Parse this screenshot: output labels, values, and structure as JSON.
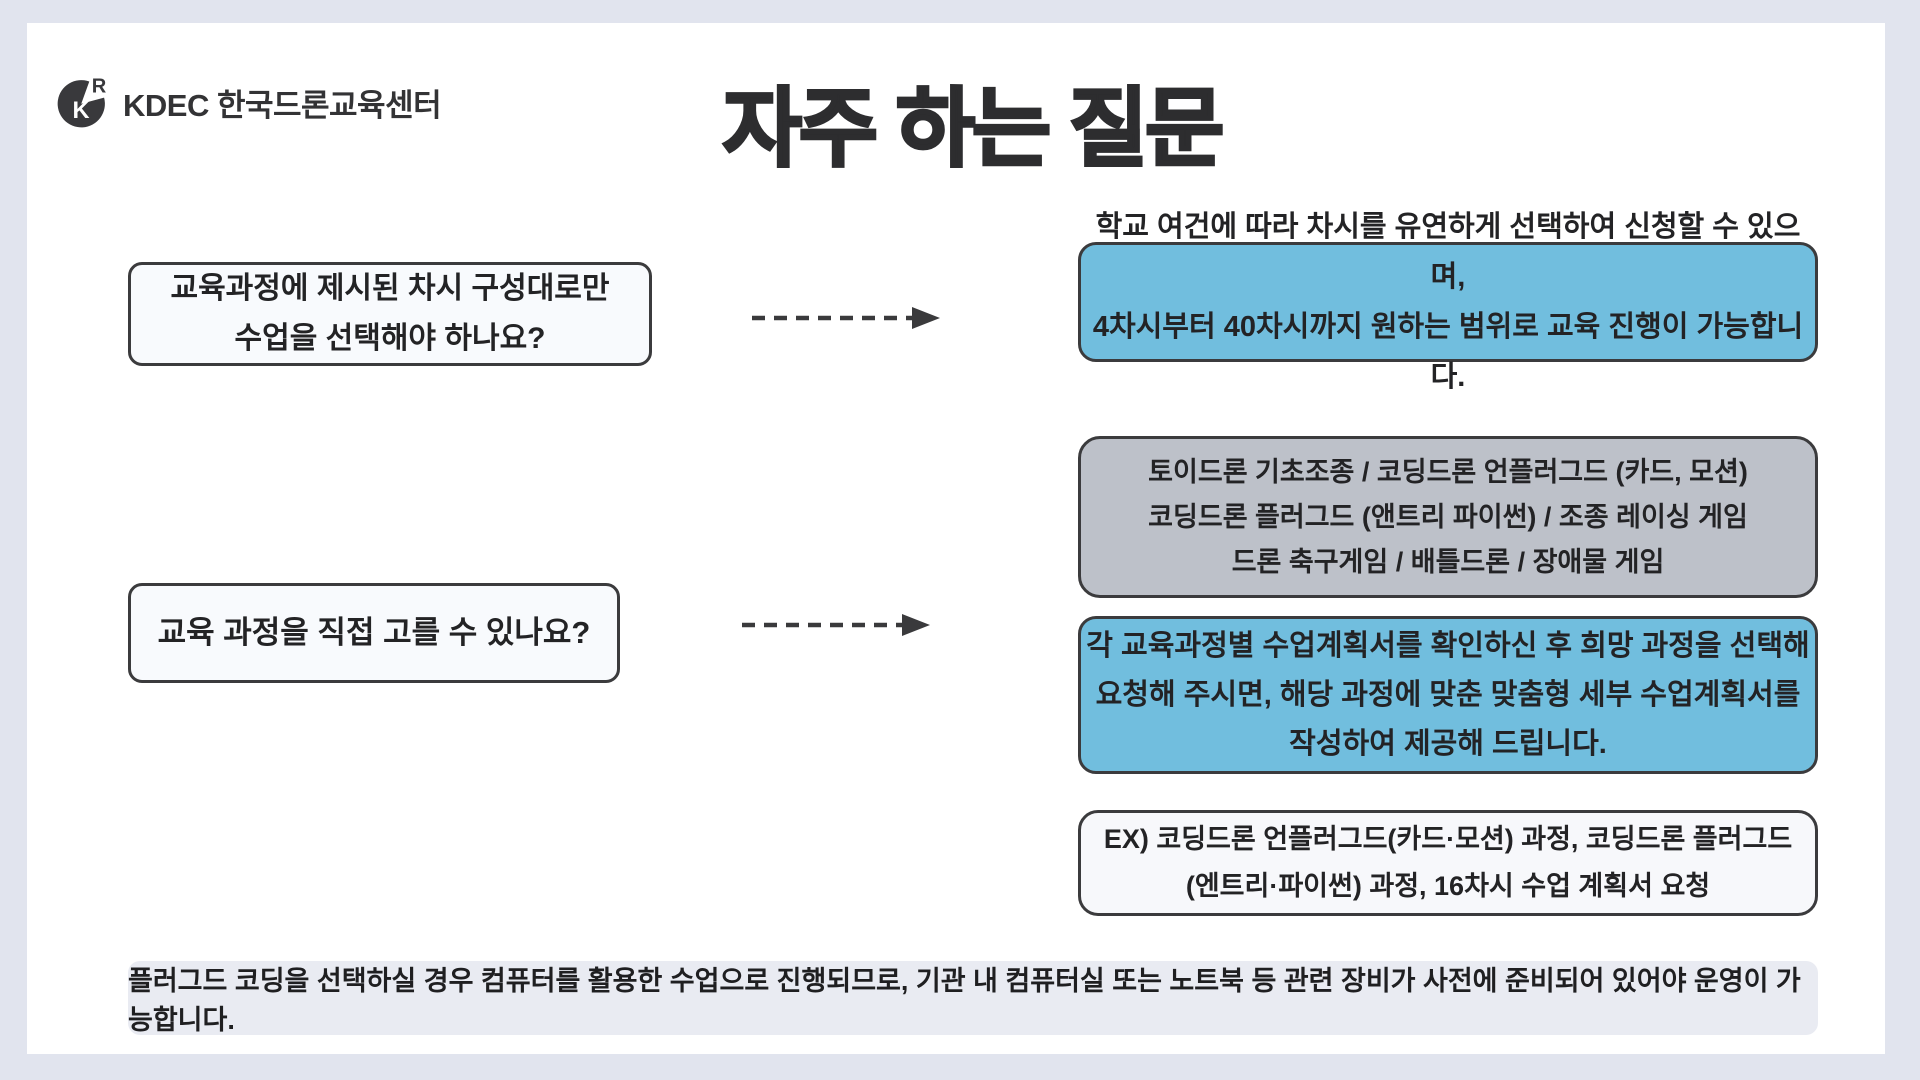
{
  "header": {
    "logo": {
      "mark_k": "K",
      "mark_r": "R",
      "text": "KDEC 한국드론교육센터"
    },
    "title": "자주 하는 질문"
  },
  "faq": {
    "rows": [
      {
        "question_lines": [
          "교육과정에 제시된 차시 구성대로만",
          "수업을 선택해야 하나요?"
        ],
        "answer_lines": [
          "학교 여건에 따라 차시를 유연하게 선택하여 신청할 수 있으며,",
          "4차시부터 40차시까지 원하는 범위로 교육 진행이 가능합니다."
        ]
      },
      {
        "question_lines": [
          "교육 과정을 직접 고를 수 있나요?"
        ],
        "course_lines": [
          "토이드론 기초조종  / 코딩드론 언플러그드 (카드, 모션)",
          "코딩드론 플러그드 (앤트리 파이썬)   /  조종 레이싱 게임",
          "드론 축구게임  /   배틀드론  /   장애물 게임"
        ],
        "answer_lines": [
          "각 교육과정별 수업계획서를 확인하신 후 희망 과정을 선택해",
          "요청해 주시면, 해당 과정에 맞춘 맞춤형 세부 수업계획서를",
          "작성하여 제공해 드립니다."
        ],
        "example_lines": [
          "EX) 코딩드론 언플러그드(카드·모션) 과정, 코딩드론 플러그드",
          "(엔트리·파이썬) 과정, 16차시 수업 계획서 요청"
        ]
      }
    ]
  },
  "footer": {
    "note": "플러그드 코딩을 선택하실 경우 컴퓨터를 활용한 수업으로 진행되므로, 기관 내 컴퓨터실 또는 노트북 등 관련 장비가 사전에 준비되어 있어야 운영이 가능합니다."
  },
  "colors": {
    "background": "#e1e4ee",
    "card": "#ffffff",
    "answer_blue": "#71bede",
    "course_gray": "#bdc1c9",
    "box_border": "#3b3b3d",
    "lift_shadow": "#ccd0d9",
    "question_fill": "#f8fafd",
    "footer_fill": "#e9ebf2",
    "text": "#232325"
  }
}
